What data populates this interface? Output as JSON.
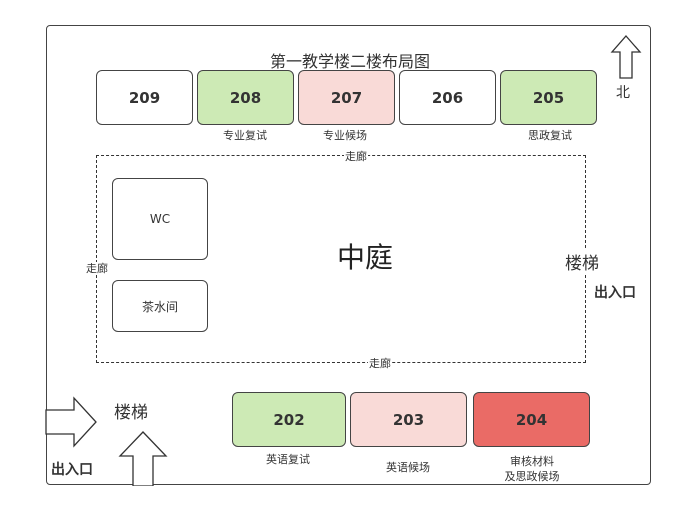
{
  "title": "第一教学楼二楼布局图",
  "north_label": "北",
  "colors": {
    "green": "#cdeab5",
    "pink": "#f9dad7",
    "red": "#ea6b66",
    "white": "#ffffff"
  },
  "top_rooms": [
    {
      "number": "209",
      "note": "",
      "color": "#ffffff"
    },
    {
      "number": "208",
      "note": "专业复试",
      "color": "#cdeab5"
    },
    {
      "number": "207",
      "note": "专业候场",
      "color": "#f9dad7"
    },
    {
      "number": "206",
      "note": "",
      "color": "#ffffff"
    },
    {
      "number": "205",
      "note": "思政复试",
      "color": "#cdeab5"
    }
  ],
  "corridor_label": "走廊",
  "wc_label": "WC",
  "tea_room_label": "茶水间",
  "courtyard_label": "中庭",
  "stairs_label": "楼梯",
  "exit_label": "出入口",
  "bottom_rooms": [
    {
      "number": "202",
      "note": "英语复试",
      "color": "#cdeab5"
    },
    {
      "number": "203",
      "note": "英语候场",
      "color": "#f9dad7"
    },
    {
      "number": "204",
      "note_line1": "审核材料",
      "note_line2": "及思政候场",
      "color": "#ea6b66"
    }
  ]
}
